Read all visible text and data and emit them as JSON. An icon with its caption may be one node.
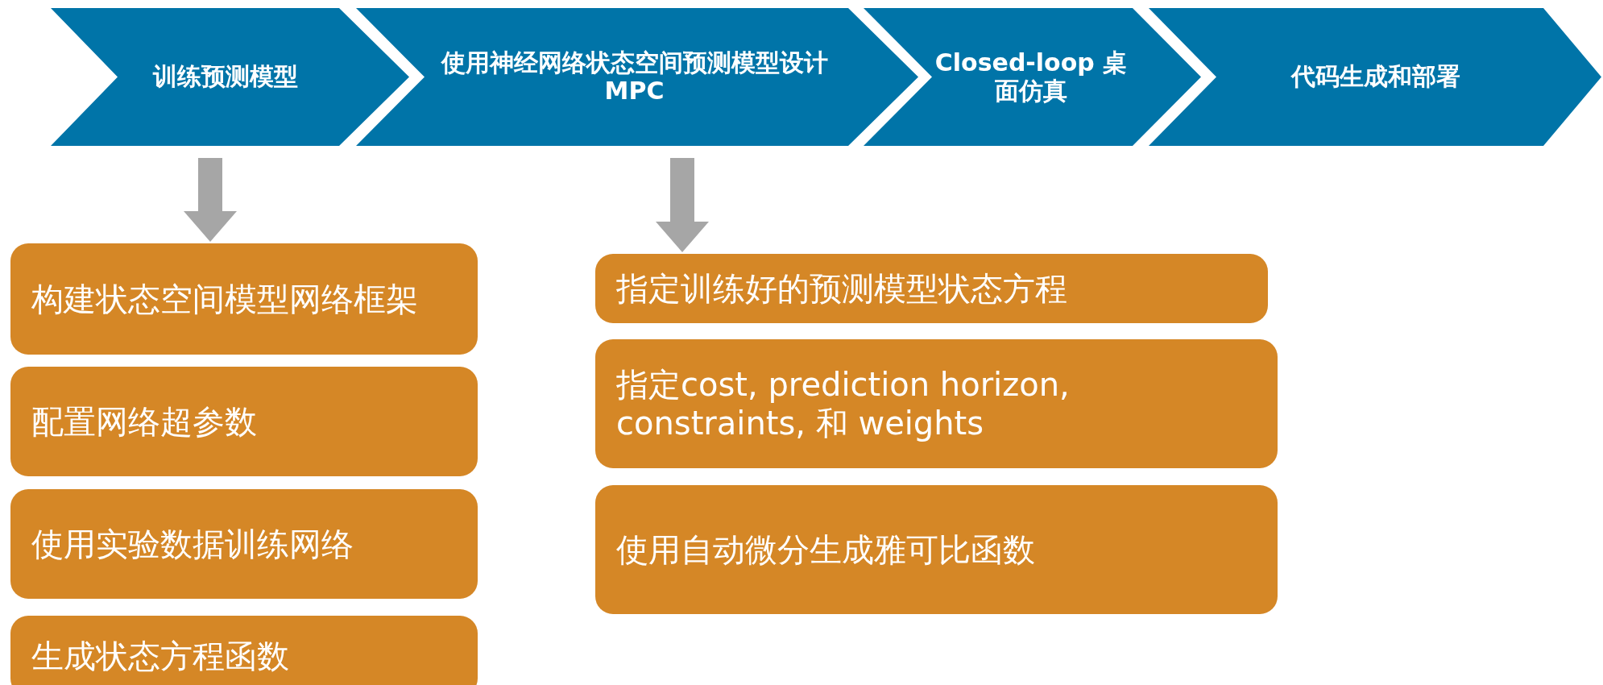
{
  "diagram": {
    "nodes": [
      {
        "text": [
          "训练预测模型"
        ]
      },
      {
        "text": [
          "使用神经网络状态空间预测模型设计MPC"
        ]
      },
      {
        "text": [
          "Closed-loop 桌面仿真"
        ]
      },
      {
        "text": [
          "代码生成和部署"
        ]
      },
      {
        "text": [
          "构建状态空间模型网络框架"
        ]
      },
      {
        "text": [
          "配置网络超参数"
        ]
      },
      {
        "text": [
          "使用实验数据训练网络"
        ]
      },
      {
        "text": [
          "生成状态方程函数"
        ]
      },
      {
        "text": [
          "指定训练好的预测模型状态方程"
        ]
      },
      {
        "text": [
          "指定cost, prediction horizon, constraints, 和 weights"
        ]
      },
      {
        "text": [
          "使用自动微分生成雅可比函数"
        ]
      }
    ],
    "edges": [
      {
        "from": 0,
        "to": 4,
        "arrow": "to"
      },
      {
        "from": 1,
        "to": 8,
        "arrow": "to"
      }
    ]
  }
}
